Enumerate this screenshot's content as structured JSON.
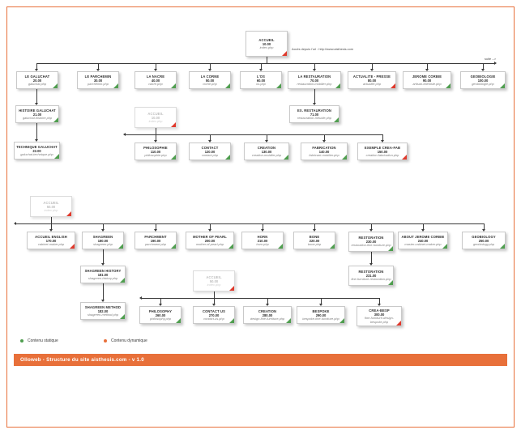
{
  "document": {
    "footer_label": "Olloweb - Structure du site aisthesis.com - v 1.0",
    "root_note": "Accès depuis l'url : http://www.aisthesis.com",
    "continuation_label": "suite -->"
  },
  "legend": {
    "static": {
      "label": "Contenu statique",
      "color": "#4f9e4f"
    },
    "dynamic": {
      "label": "Contenu dynamique",
      "color": "#E8703A"
    }
  },
  "nodes": {
    "accueil": {
      "title": "ACCUEIL",
      "num": "10.00",
      "url": "index.php",
      "type": "dynamic"
    },
    "galuchat": {
      "title": "LE GALUCHAT",
      "num": "20.00",
      "url": "galuchat.php",
      "type": "static"
    },
    "parchemin": {
      "title": "LE PARCHEMIN",
      "num": "30.00",
      "url": "parchemin.php",
      "type": "static"
    },
    "nacre": {
      "title": "LA NACRE",
      "num": "40.00",
      "url": "nacre.php",
      "type": "static"
    },
    "corne": {
      "title": "LA CORNE",
      "num": "50.00",
      "url": "corne.php",
      "type": "static"
    },
    "os": {
      "title": "L'OS",
      "num": "60.00",
      "url": "os.php",
      "type": "static"
    },
    "restauration": {
      "title": "LA RESTAURATION",
      "num": "70.00",
      "url": "restauration-mobilier.php",
      "type": "static"
    },
    "actualite": {
      "title": "ACTUALITE - PRESSE",
      "num": "80.00",
      "url": "actualite.php",
      "type": "dynamic"
    },
    "jerome": {
      "title": "JEROME CORBIE",
      "num": "90.00",
      "url": "artisan-ebeniste.php",
      "type": "static"
    },
    "geobiologie": {
      "title": "GEOBIOLOGIE",
      "num": "100.00",
      "url": "geobiologie.php",
      "type": "static"
    },
    "histoire_galuchat": {
      "title": "HISTOIRE GALUCHAT",
      "num": "21.00",
      "url": "galuchat-histoire.php",
      "type": "static"
    },
    "technique_galuchat": {
      "title": "TECHNIQUE GALUCHAT",
      "num": "22.00",
      "url": "galuchat-technique.php",
      "type": "static"
    },
    "ex_restauration": {
      "title": "EX. RESTAURATION",
      "num": "71.00",
      "url": "restauration-meuble.php",
      "type": "static"
    },
    "accueil_ghost1": {
      "title": "ACCUEIL",
      "num": "10.00",
      "url": "index.php",
      "type": "dynamic"
    },
    "philosophie": {
      "title": "PHILOSOPHIE",
      "num": "110.00",
      "url": "philosophie.php",
      "type": "static"
    },
    "contact": {
      "title": "CONTACT",
      "num": "120.00",
      "url": "contact.php",
      "type": "static"
    },
    "creation": {
      "title": "CREATION",
      "num": "130.00",
      "url": "creation-mobilier.php",
      "type": "static"
    },
    "fabrication": {
      "title": "FABRICATION",
      "num": "140.00",
      "url": "fabricant-mobilier.php",
      "type": "static"
    },
    "exemple_crea_fab": {
      "title": "EXEMPLE CREA-FAB",
      "num": "150.00",
      "url": "creation-fabrication.php",
      "type": "dynamic"
    },
    "accueil_ghost2": {
      "title": "ACCUEIL",
      "num": "50.00",
      "url": "index.php",
      "type": "dynamic"
    },
    "accueil_english": {
      "title": "ACCUEIL ENGLISH",
      "num": "170.00",
      "url": "cabinet-maker.php",
      "type": "dynamic"
    },
    "shagreen": {
      "title": "SHAGREEN",
      "num": "180.00",
      "url": "shagreen.php",
      "type": "static"
    },
    "parchment": {
      "title": "PARCHMENT",
      "num": "190.00",
      "url": "parchment.php",
      "type": "static"
    },
    "mother_of_pearl": {
      "title": "MOTHER OF PEARL",
      "num": "200.00",
      "url": "mother-of-pearl.php",
      "type": "static"
    },
    "horn": {
      "title": "HORN",
      "num": "210.00",
      "url": "horn.php",
      "type": "static"
    },
    "bone": {
      "title": "BONE",
      "num": "220.00",
      "url": "bone.php",
      "type": "static"
    },
    "restoration": {
      "title": "RESTORATION",
      "num": "230.00",
      "url": "restoration-fine-furniture.php",
      "type": "static"
    },
    "about_jerome": {
      "title": "ABOUT JEROME CORBIE",
      "num": "240.00",
      "url": "master-cabinet-maker.php",
      "type": "static"
    },
    "geobiology": {
      "title": "GEOBIOLOGY",
      "num": "250.00",
      "url": "geobiology.php",
      "type": "static"
    },
    "shagreen_history": {
      "title": "SHAGREEN HISTORY",
      "num": "181.00",
      "url": "shagreen-history.php",
      "type": "static"
    },
    "shagreen_method": {
      "title": "SHAGREEN METHOD",
      "num": "182.00",
      "url": "shagreen-method.php",
      "type": "static"
    },
    "restoration_sub": {
      "title": "RESTORATION",
      "num": "231.00",
      "url": "fine-furniture-restoration.php",
      "type": "static"
    },
    "accueil_ghost3": {
      "title": "ACCUEIL",
      "num": "50.00",
      "url": "index.php",
      "type": "dynamic"
    },
    "philosophy": {
      "title": "PHILOSOPHY",
      "num": "260.00",
      "url": "philosophy.php",
      "type": "static"
    },
    "contact_us": {
      "title": "CONTACT US",
      "num": "270.00",
      "url": "contact-us.php",
      "type": "static"
    },
    "creation_en": {
      "title": "CREATION",
      "num": "280.00",
      "url": "design-fine-furniture.php",
      "type": "static"
    },
    "bespoke": {
      "title": "BESPOKE",
      "num": "290.00",
      "url": "bespoke-fine-furniture.php",
      "type": "static"
    },
    "crea_besp": {
      "title": "CREA-BESP",
      "num": "300.00",
      "url": "fine-furniture-design-bespoke.php",
      "type": "dynamic"
    }
  }
}
